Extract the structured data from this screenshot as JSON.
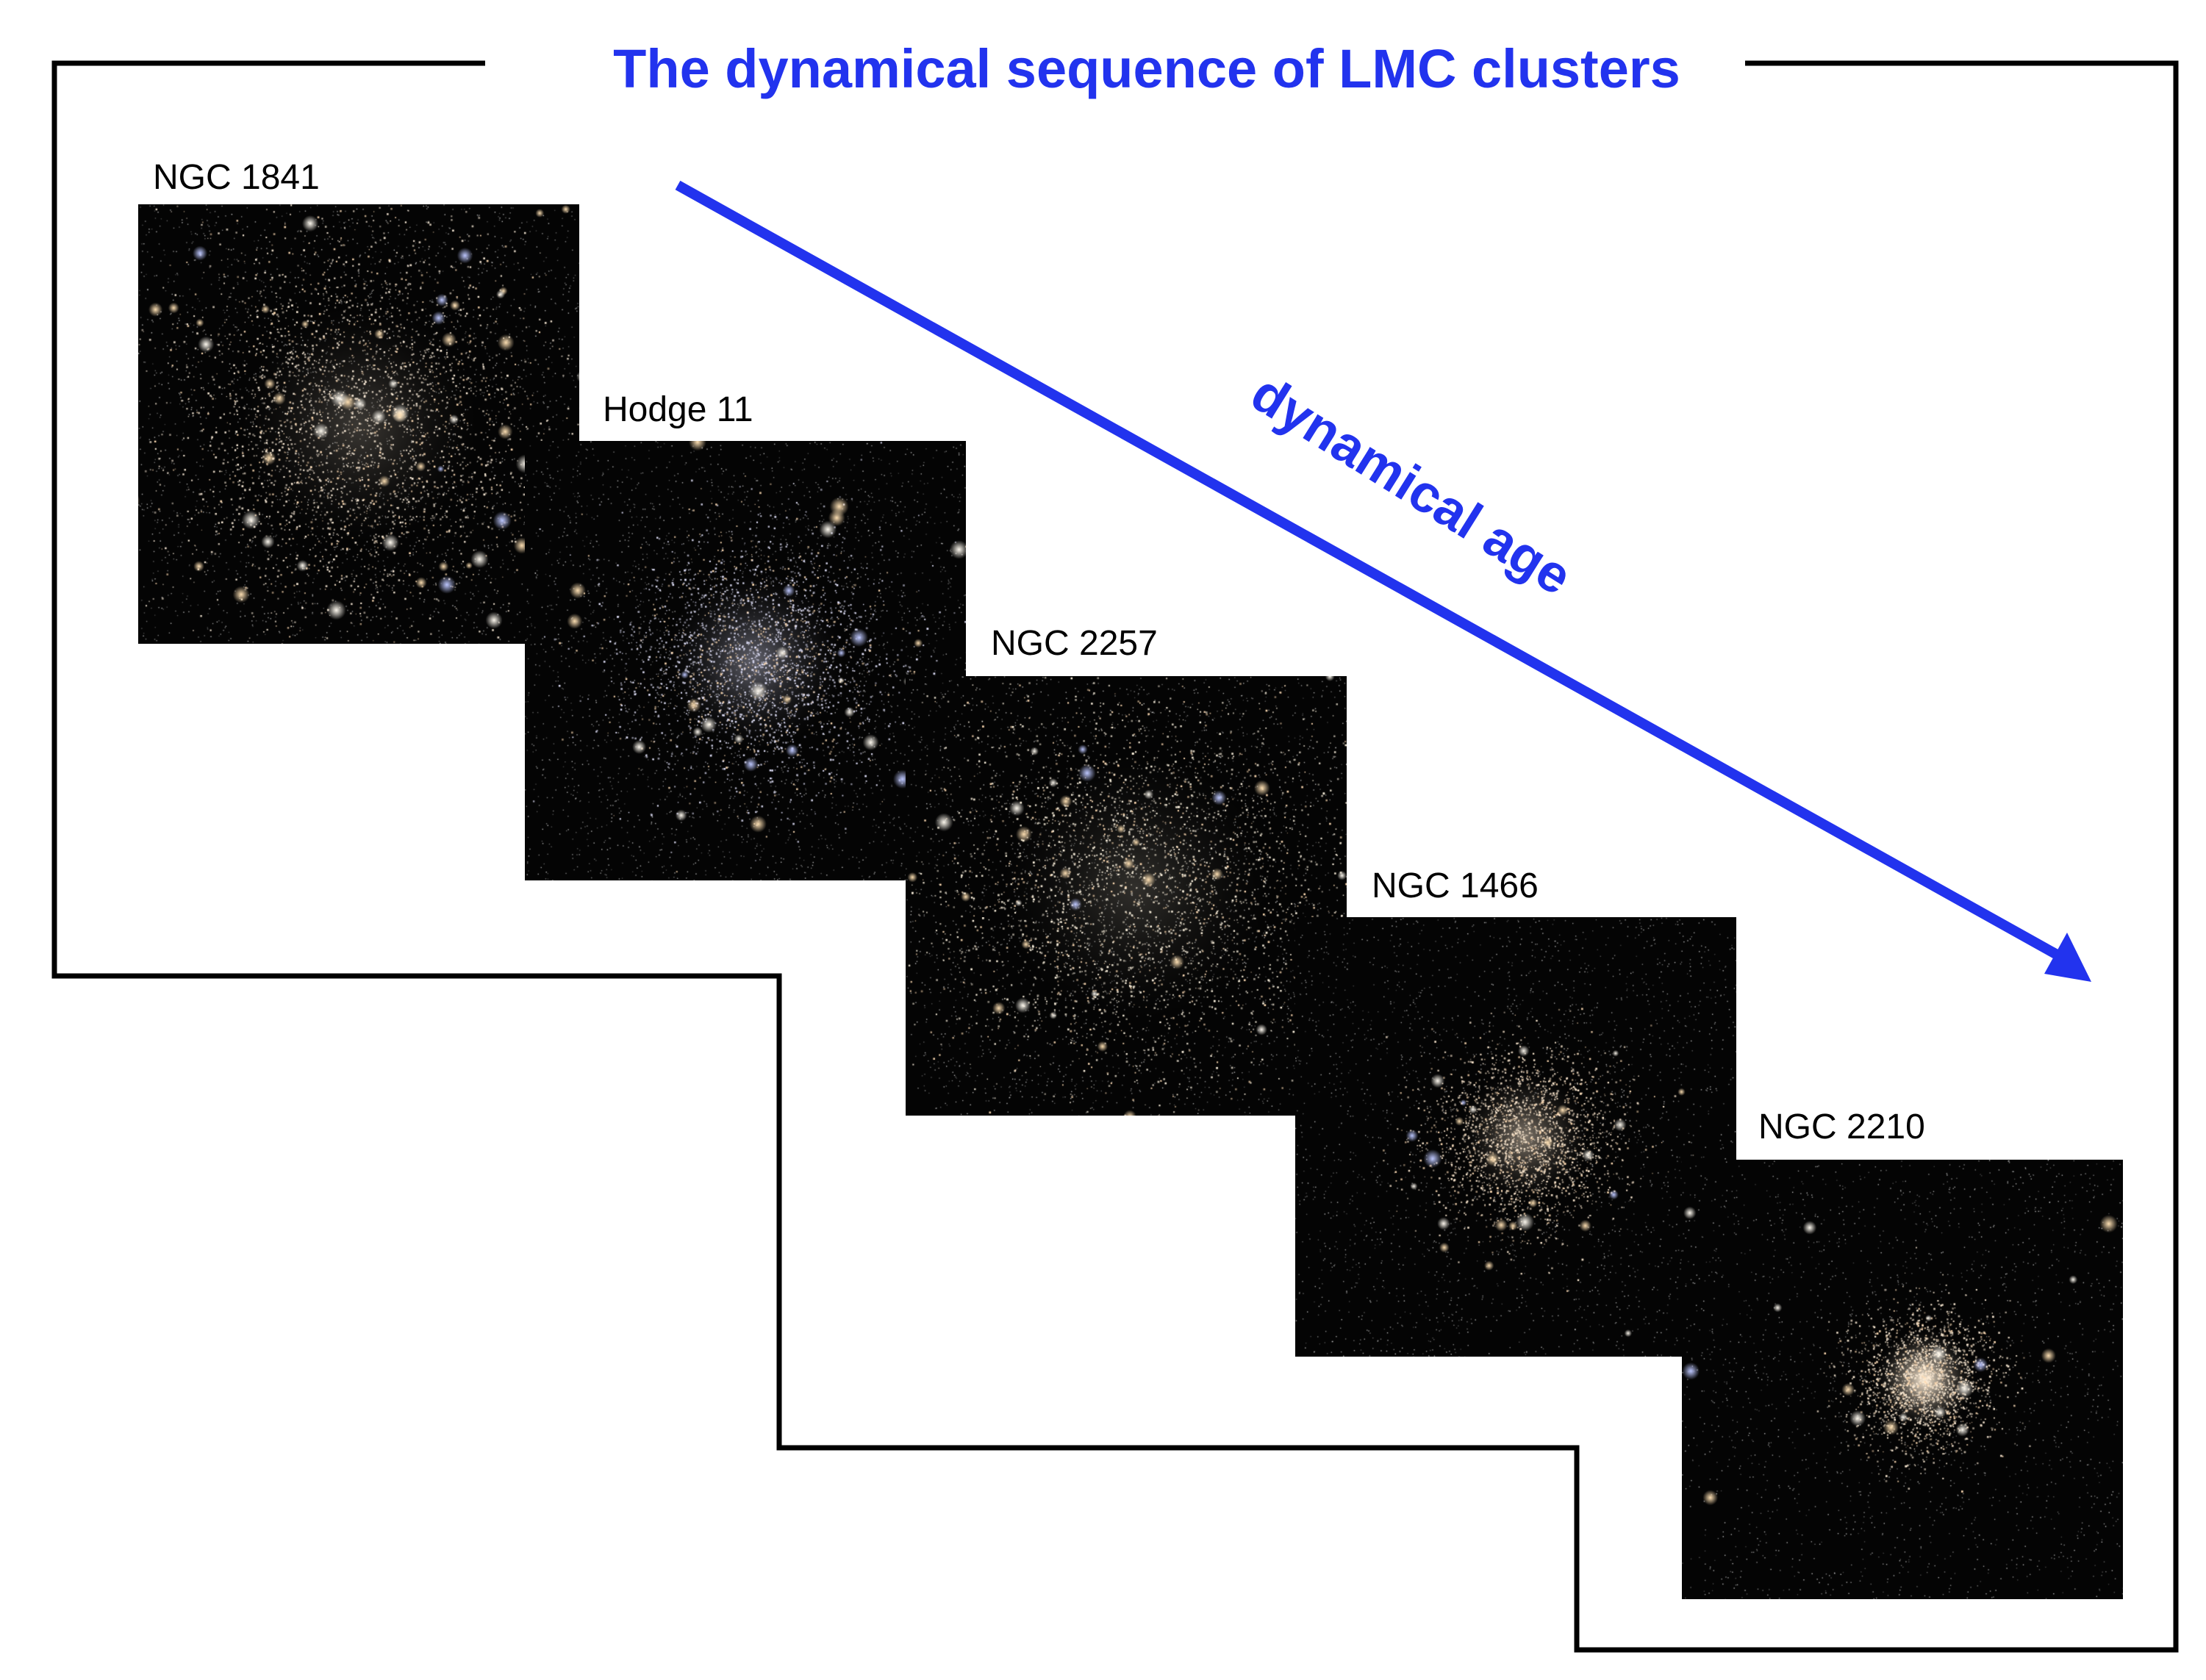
{
  "title": "The dynamical sequence of LMC clusters",
  "arrow_label": "dynamical age",
  "colors": {
    "accent": "#2233ee",
    "frame": "#000000",
    "image_background": "#050505"
  },
  "clusters": [
    {
      "name": "NGC 1841",
      "style": "loose-rich"
    },
    {
      "name": "Hodge 11",
      "style": "diffuse-center"
    },
    {
      "name": "NGC 2257",
      "style": "loose-flat"
    },
    {
      "name": "NGC 1466",
      "style": "concentrated"
    },
    {
      "name": "NGC 2210",
      "style": "compact-bright-core"
    }
  ]
}
